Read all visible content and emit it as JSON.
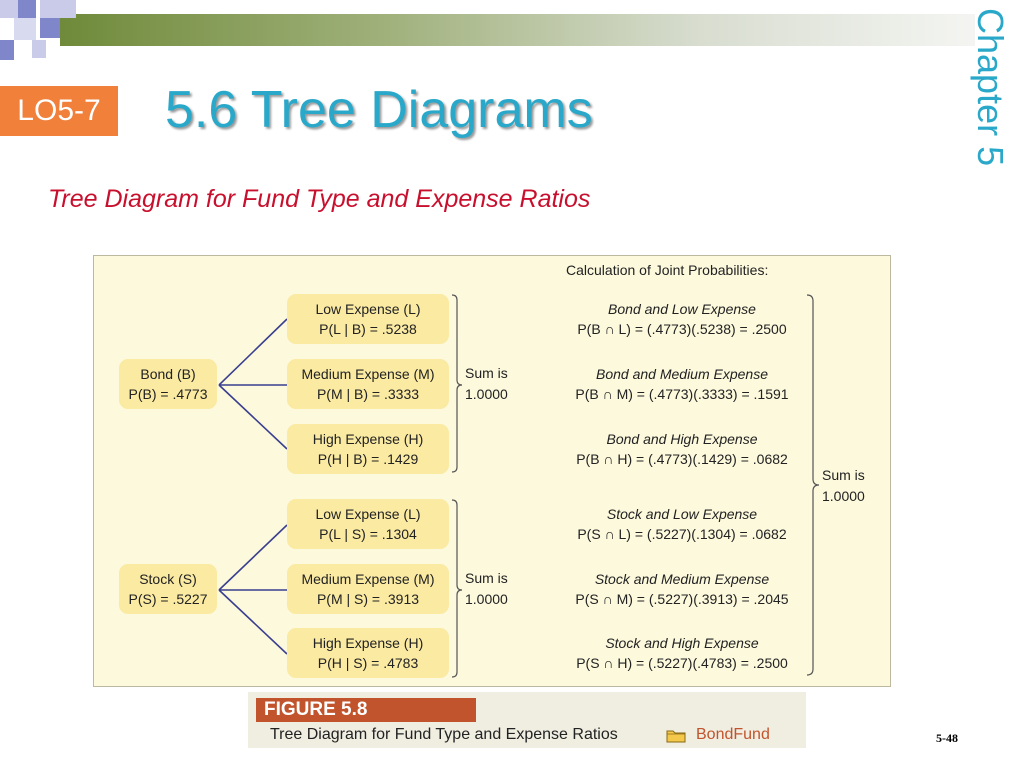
{
  "header": {
    "lo_badge": "LO5-7",
    "title": "5.6  Tree Diagrams",
    "chapter": "Chapter  5",
    "subtitle": "Tree Diagram for Fund Type and Expense Ratios"
  },
  "colors": {
    "accent_teal": "#2aa8c9",
    "badge_orange": "#f0803a",
    "subtitle_red": "#c8102e",
    "node_fill": "#fbeaa2",
    "panel_bg": "#fdf9dd",
    "figure_label_bg": "#c2542d"
  },
  "diagram": {
    "calc_title": "Calculation of Joint Probabilities:",
    "roots": [
      {
        "name": "Bond (B)",
        "prob": "P(B) = .4773",
        "branches": [
          {
            "name": "Low Expense (L)",
            "prob": "P(L | B) = .5238",
            "joint_title": "Bond and Low Expense",
            "joint_calc": "P(B ∩ L) = (.4773)(.5238) = .2500"
          },
          {
            "name": "Medium Expense (M)",
            "prob": "P(M | B) = .3333",
            "joint_title": "Bond and Medium Expense",
            "joint_calc": "P(B ∩ M) = (.4773)(.3333) = .1591"
          },
          {
            "name": "High Expense (H)",
            "prob": "P(H | B) = .1429",
            "joint_title": "Bond and High Expense",
            "joint_calc": "P(B ∩ H) = (.4773)(.1429) = .0682"
          }
        ],
        "sum_label": "Sum is",
        "sum_value": "1.0000"
      },
      {
        "name": "Stock (S)",
        "prob": "P(S) = .5227",
        "branches": [
          {
            "name": "Low Expense (L)",
            "prob": "P(L | S) = .1304",
            "joint_title": "Stock and Low Expense",
            "joint_calc": "P(S ∩ L) = (.5227)(.1304) = .0682"
          },
          {
            "name": "Medium Expense (M)",
            "prob": "P(M | S) = .3913",
            "joint_title": "Stock and Medium Expense",
            "joint_calc": "P(S ∩ M) = (.5227)(.3913) = .2045"
          },
          {
            "name": "High Expense (H)",
            "prob": "P(H | S) = .4783",
            "joint_title": "Stock and High Expense",
            "joint_calc": "P(S ∩ H) = (.5227)(.4783) = .2500"
          }
        ],
        "sum_label": "Sum is",
        "sum_value": "1.0000"
      }
    ],
    "total_sum_label": "Sum is",
    "total_sum_value": "1.0000"
  },
  "figure": {
    "label": "FIGURE 5.8",
    "caption": "Tree Diagram for Fund Type and Expense Ratios",
    "icon": "folder-icon",
    "file": "BondFund"
  },
  "page_number": "5-48"
}
